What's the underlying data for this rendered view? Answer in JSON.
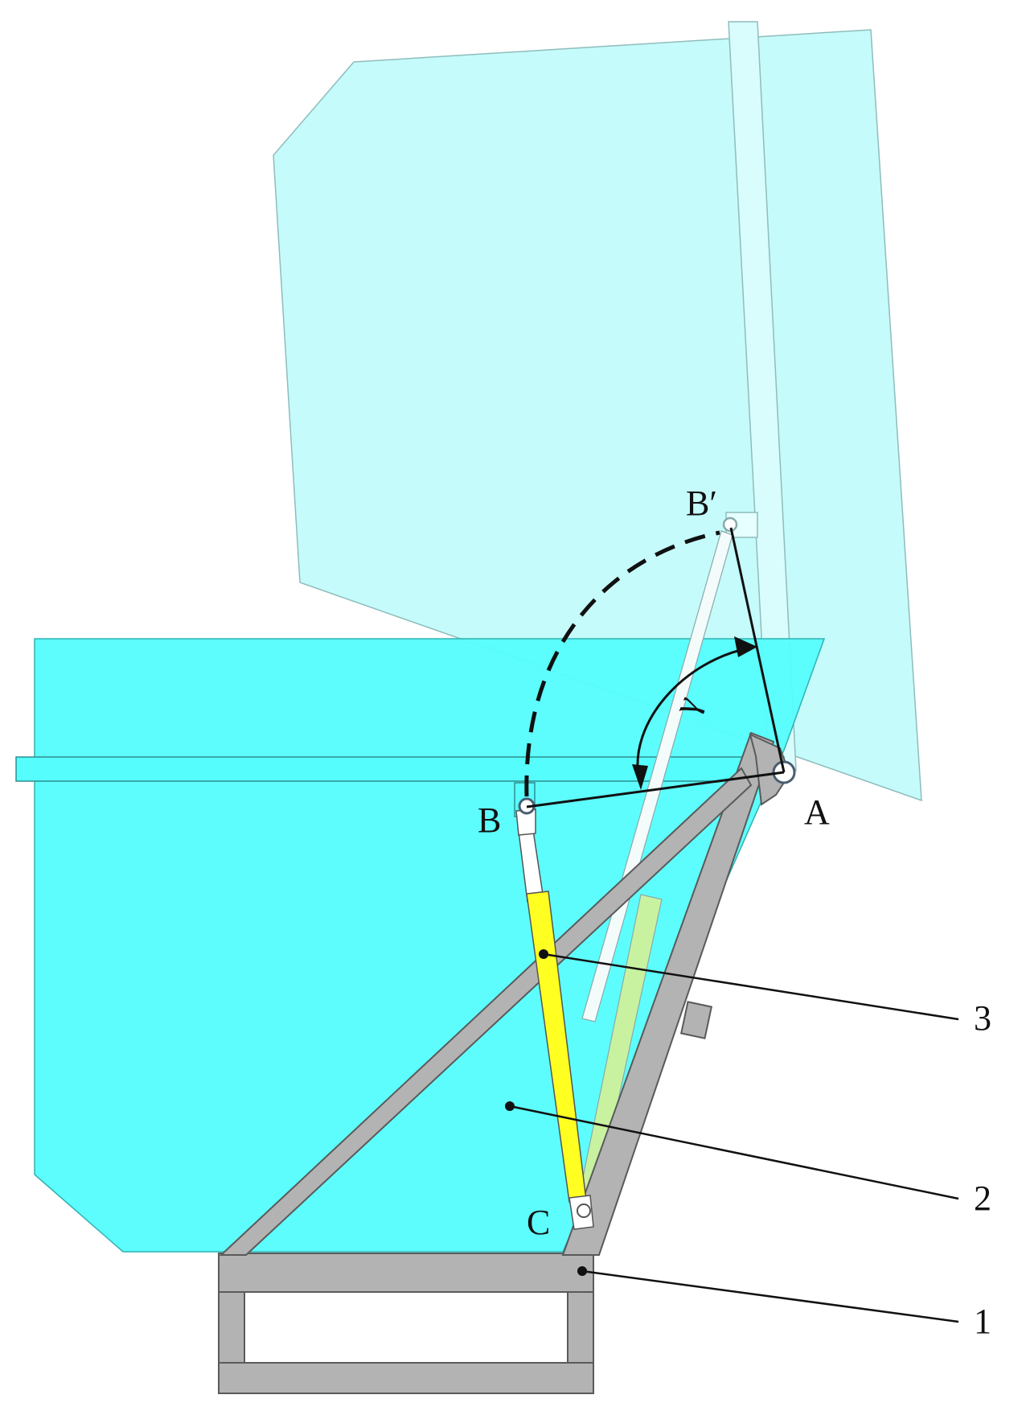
{
  "labels": {
    "point_a": "A",
    "point_b": "B",
    "point_b_prime": "B′",
    "point_c": "C",
    "angle": "γ",
    "callout_1": "1",
    "callout_2": "2",
    "callout_3": "3"
  },
  "colors": {
    "bin_lowered": "#55fdfd",
    "bin_raised": "#c6fbfb",
    "frame": "#b3b3b3",
    "frame_edge": "#5a5a5a",
    "cylinder": "#ffff22",
    "cylinder_ghost": "#c8f2a0",
    "line": "#111111"
  }
}
